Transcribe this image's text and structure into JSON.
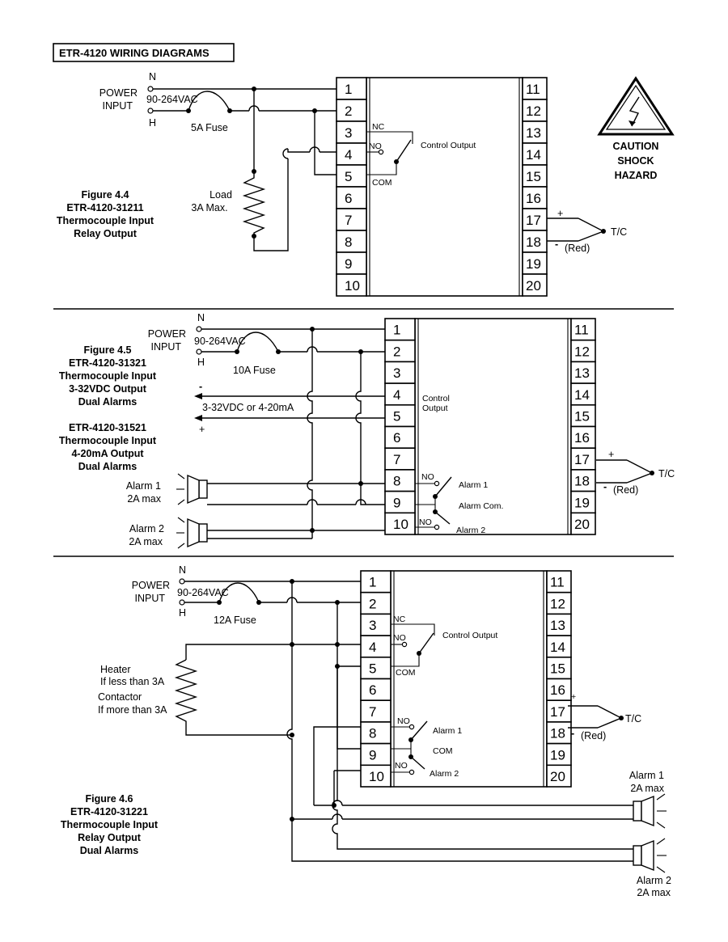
{
  "page_title": "ETR-4120 WIRING DIAGRAMS",
  "caution": [
    "CAUTION",
    "SHOCK",
    "HAZARD"
  ],
  "terminals_left": [
    "1",
    "2",
    "3",
    "4",
    "5",
    "6",
    "7",
    "8",
    "9",
    "10"
  ],
  "terminals_right": [
    "11",
    "12",
    "13",
    "14",
    "15",
    "16",
    "17",
    "18",
    "19",
    "20"
  ],
  "fig44": {
    "caption": [
      "Figure 4.4",
      "ETR-4120-31211",
      "Thermocouple Input",
      "Relay Output"
    ],
    "power": [
      "POWER",
      "INPUT"
    ],
    "n": "N",
    "h": "H",
    "volt": "90-264VAC",
    "fuse": "5A Fuse",
    "load": [
      "Load",
      "3A Max."
    ],
    "nc": "NC",
    "no": "NO",
    "com": "COM",
    "control_output": "Control Output",
    "plus": "+",
    "minus": "-",
    "red": "(Red)",
    "tc": "T/C"
  },
  "fig45": {
    "caption": [
      "Figure 4.5",
      "ETR-4120-31321",
      "Thermocouple Input",
      "3-32VDC Output",
      "Dual Alarms",
      "ETR-4120-31521",
      "Thermocouple Input",
      "4-20mA Output",
      "Dual Alarms"
    ],
    "power": [
      "POWER",
      "INPUT"
    ],
    "n": "N",
    "h": "H",
    "volt": "90-264VAC",
    "fuse": "10A Fuse",
    "out_minus": "-",
    "out_plus": "+",
    "out_label": "3-32VDC or 4-20mA",
    "control_output": [
      "Control",
      "Output"
    ],
    "alarm1": [
      "Alarm 1",
      "2A max"
    ],
    "alarm2": [
      "Alarm 2",
      "2A max"
    ],
    "no1": "NO",
    "no2": "NO",
    "alarm1_contact": "Alarm 1",
    "alarm_com": "Alarm Com.",
    "alarm2_contact": "Alarm 2",
    "plus": "+",
    "minus": "-",
    "red": "(Red)",
    "tc": "T/C"
  },
  "fig46": {
    "caption": [
      "Figure 4.6",
      "ETR-4120-31221",
      "Thermocouple Input",
      "Relay Output",
      "Dual Alarms"
    ],
    "power": [
      "POWER",
      "INPUT"
    ],
    "n": "N",
    "h": "H",
    "volt": "90-264VAC",
    "fuse": "12A Fuse",
    "heater": [
      "Heater",
      "If less than 3A",
      "Contactor",
      "If more than 3A"
    ],
    "nc": "NC",
    "no": "NO",
    "com": "COM",
    "control_output": "Control Output",
    "no1": "NO",
    "no2": "NO",
    "alarm1_contact": "Alarm 1",
    "alarm_com": "COM",
    "alarm2_contact": "Alarm 2",
    "plus": "+",
    "minus": "-",
    "red": "(Red)",
    "tc": "T/C",
    "alarm1": [
      "Alarm 1",
      "2A max"
    ],
    "alarm2": [
      "Alarm 2",
      "2A max"
    ]
  }
}
